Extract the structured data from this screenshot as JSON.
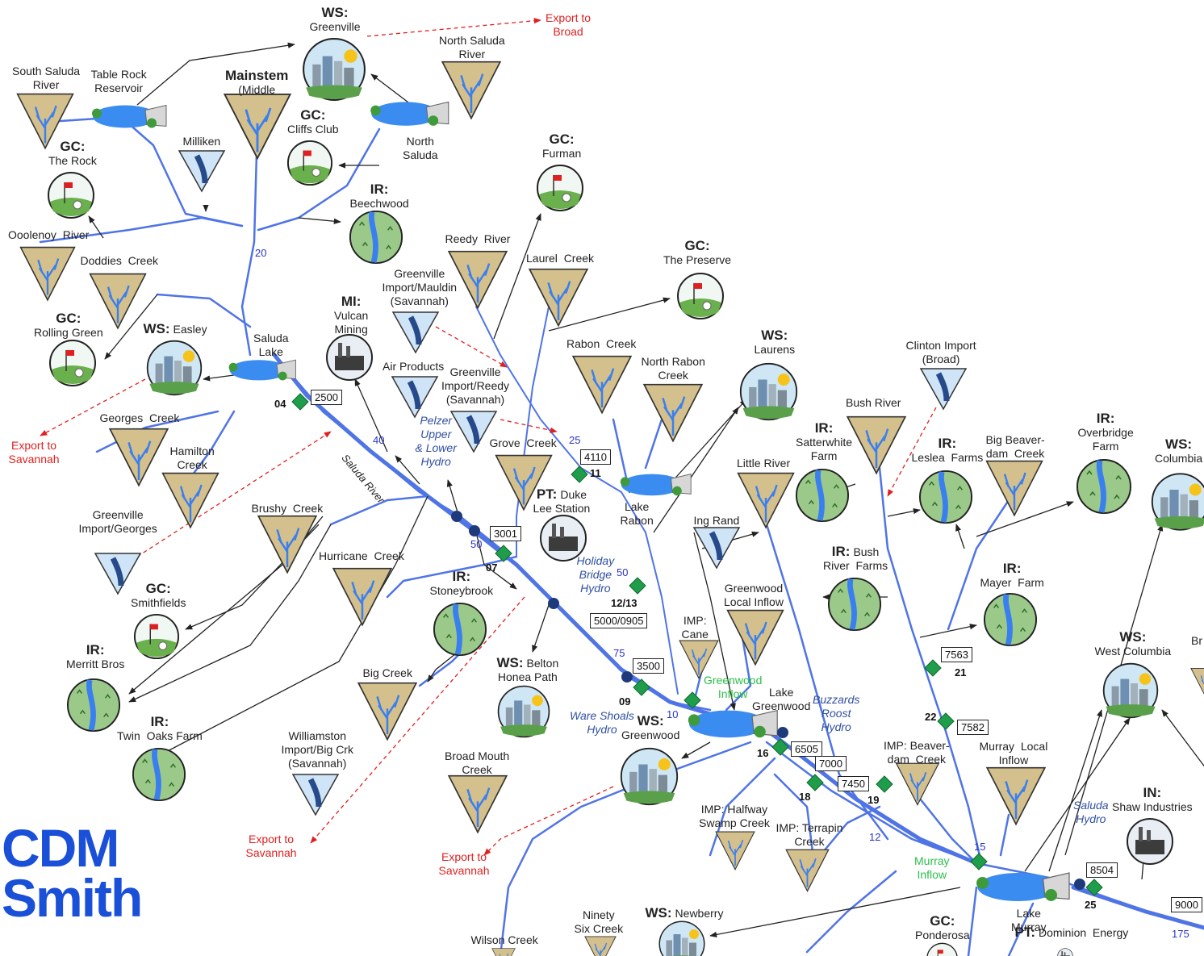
{
  "colors": {
    "river": "#4f74e6",
    "arrow": "#222222",
    "export": "#e02020",
    "gauge": "#1f9d4a",
    "dam": "#1f3a7a",
    "brand": "#1a4fd8"
  },
  "labels": [
    {
      "id": "ws-greenville",
      "bold": "WS:",
      "text": "Greenville"
    },
    {
      "id": "export-broad",
      "text": "Export to\nBroad",
      "style": "red"
    },
    {
      "id": "north-saluda-river",
      "text": "North Saluda\nRiver"
    },
    {
      "id": "south-saluda-river",
      "text": "South Saluda\nRiver"
    },
    {
      "id": "table-rock",
      "text": "Table Rock\nReservoir"
    },
    {
      "id": "mainstem",
      "bold": "Mainstem",
      "text": "(Middle"
    },
    {
      "id": "gc-cliffs",
      "bold": "GC:",
      "text": "Cliffs Club"
    },
    {
      "id": "north-saluda",
      "text": "North\nSaluda"
    },
    {
      "id": "gc-rock",
      "bold": "GC:",
      "text": "The Rock"
    },
    {
      "id": "milliken",
      "text": "Milliken"
    },
    {
      "id": "ir-beechwood",
      "bold": "IR:",
      "text": "Beechwood"
    },
    {
      "id": "gc-furman",
      "bold": "GC:",
      "text": "Furman"
    },
    {
      "id": "ooolenoy",
      "text": "Ooolenoy  River"
    },
    {
      "id": "doddies",
      "text": "Doddies  Creek"
    },
    {
      "id": "reedy-river",
      "text": "Reedy  River"
    },
    {
      "id": "laurel-creek",
      "text": "Laurel  Creek"
    },
    {
      "id": "gc-preserve",
      "bold": "GC:",
      "text": "The Preserve"
    },
    {
      "id": "greenville-mauldin",
      "text": "Greenville\nImport/Mauldin\n(Savannah)"
    },
    {
      "id": "gc-rolling",
      "bold": "GC:",
      "text": "Rolling Green"
    },
    {
      "id": "ws-easley",
      "bold": "WS:",
      "text": "Easley",
      "inline": true
    },
    {
      "id": "saluda-lake",
      "text": "Saluda\nLake"
    },
    {
      "id": "mi-vulcan",
      "bold": "MI:",
      "text": "Vulcan\nMining"
    },
    {
      "id": "rabon-creek",
      "text": "Rabon  Creek"
    },
    {
      "id": "north-rabon",
      "text": "North Rabon\nCreek"
    },
    {
      "id": "ws-laurens",
      "bold": "WS:",
      "text": "Laurens"
    },
    {
      "id": "clinton-import",
      "text": "Clinton Import\n(Broad)"
    },
    {
      "id": "air-products",
      "text": "Air Products"
    },
    {
      "id": "greenville-reedy",
      "text": "Greenville\nImport/Reedy\n(Savannah)"
    },
    {
      "id": "export-savannah-1",
      "text": "Export to\nSavannah",
      "style": "red"
    },
    {
      "id": "georges-creek",
      "text": "Georges  Creek"
    },
    {
      "id": "hamilton-creek",
      "text": "Hamilton\nCreek"
    },
    {
      "id": "pelzer",
      "text": "Pelzer\nUpper\n& Lower\nHydro",
      "style": "blueit"
    },
    {
      "id": "grove-creek",
      "text": "Grove  Creek"
    },
    {
      "id": "bush-river",
      "text": "Bush River"
    },
    {
      "id": "ir-satterwhite",
      "bold": "IR:",
      "text": "Satterwhite\nFarm"
    },
    {
      "id": "ir-leslea",
      "bold": "IR:",
      "text": "Leslea  Farms"
    },
    {
      "id": "big-beaverdam",
      "text": "Big Beaver-\ndam  Creek"
    },
    {
      "id": "ir-overbridge",
      "bold": "IR:",
      "text": "Overbridge\nFarm"
    },
    {
      "id": "ws-columbia",
      "bold": "WS:",
      "text": "Columbia"
    },
    {
      "id": "little-river",
      "text": "Little River"
    },
    {
      "id": "lake-rabon",
      "text": "Lake\nRabon"
    },
    {
      "id": "pt-duke",
      "bold": "PT:",
      "text": "Duke\nLee Station",
      "inline": true
    },
    {
      "id": "greenville-georges",
      "text": "Greenville\nImport/Georges"
    },
    {
      "id": "brushy-creek",
      "text": "Brushy  Creek"
    },
    {
      "id": "ing-rand",
      "text": "Ing Rand"
    },
    {
      "id": "ir-bush-river",
      "bold": "IR:",
      "text": "Bush\nRiver  Farms",
      "inline": true
    },
    {
      "id": "hurricane-creek",
      "text": "Hurricane  Creek"
    },
    {
      "id": "holiday-bridge",
      "text": "Holiday\nBridge\nHydro",
      "style": "blueit"
    },
    {
      "id": "ir-stoneybrook",
      "bold": "IR:",
      "text": "Stoneybrook"
    },
    {
      "id": "greenwood-local",
      "text": "Greenwood\nLocal Inflow"
    },
    {
      "id": "ir-mayer",
      "bold": "IR:",
      "text": "Mayer  Farm"
    },
    {
      "id": "gc-smithfields",
      "bold": "GC:",
      "text": "Smithfields"
    },
    {
      "id": "imp-cane",
      "text": "IMP:\nCane"
    },
    {
      "id": "ws-west-columbia",
      "bold": "WS:",
      "text": "West Columbia"
    },
    {
      "id": "br",
      "text": "Br"
    },
    {
      "id": "ir-merritt",
      "bold": "IR:",
      "text": "Merritt Bros"
    },
    {
      "id": "ws-belton",
      "bold": "WS:",
      "text": "Belton\nHonea Path",
      "inline": true
    },
    {
      "id": "greenwood-inflow",
      "text": "Greenwood\nInflow",
      "style": "green"
    },
    {
      "id": "lake-greenwood",
      "text": "Lake\nGreenwood"
    },
    {
      "id": "buzzards-roost",
      "text": "Buzzards\nRoost\nHydro",
      "style": "blueit"
    },
    {
      "id": "big-creek",
      "text": "Big Creek"
    },
    {
      "id": "ware-shoals",
      "text": "Ware Shoals\nHydro",
      "style": "blueit"
    },
    {
      "id": "ws-greenwood",
      "bold": "WS:",
      "text": "Greenwood"
    },
    {
      "id": "ir-twin-oaks",
      "bold": "IR:",
      "text": "Twin  Oaks Farm"
    },
    {
      "id": "williamston",
      "text": "Williamston\nImport/Big Crk\n(Savannah)"
    },
    {
      "id": "broad-mouth",
      "text": "Broad Mouth\nCreek"
    },
    {
      "id": "imp-beaverdam",
      "text": "IMP: Beaver-\ndam  Creek"
    },
    {
      "id": "murray-local",
      "text": "Murray  Local\nInflow"
    },
    {
      "id": "saluda-hydro",
      "text": "Saluda\nHydro",
      "style": "blueit"
    },
    {
      "id": "in-shaw",
      "bold": "IN:",
      "text": "Shaw Industries"
    },
    {
      "id": "imp-halfway",
      "text": "IMP: Halfway\nSwamp Creek"
    },
    {
      "id": "imp-terrapin",
      "text": "IMP: Terrapin\nCreek"
    },
    {
      "id": "export-savannah-2",
      "text": "Export to\nSavannah",
      "style": "red"
    },
    {
      "id": "export-savannah-3",
      "text": "Export to\nSavannah",
      "style": "red"
    },
    {
      "id": "murray-inflow",
      "text": "Murray\nInflow",
      "style": "green"
    },
    {
      "id": "lake-murray",
      "text": "Lake\nMurray"
    },
    {
      "id": "gc-ponderosa",
      "bold": "GC:",
      "text": "Ponderosa"
    },
    {
      "id": "pt-dominion",
      "bold": "PT:",
      "text": "Dominion  Energy",
      "inline": true
    },
    {
      "id": "ws-newberry",
      "bold": "WS:",
      "text": "Newberry",
      "inline": true
    },
    {
      "id": "ninety-six",
      "text": "Ninety\nSix Creek"
    },
    {
      "id": "wilson-creek",
      "text": "Wilson Creek"
    }
  ],
  "river_name": "Saluda River",
  "segment_numbers": [
    "20",
    "40",
    "25",
    "50",
    "50",
    "75",
    "10",
    "12",
    "15",
    "175"
  ],
  "node_numbers": [
    "04",
    "11",
    "07",
    "12/13",
    "09",
    "16",
    "18",
    "19",
    "21",
    "22",
    "25"
  ],
  "gauge_boxes": [
    "2500",
    "4110",
    "3001",
    "5000/0905",
    "3500",
    "6505",
    "7000",
    "7450",
    "7563",
    "7582",
    "8504",
    "9000"
  ],
  "logo": {
    "line1": "CDM",
    "line2": "Smith"
  }
}
